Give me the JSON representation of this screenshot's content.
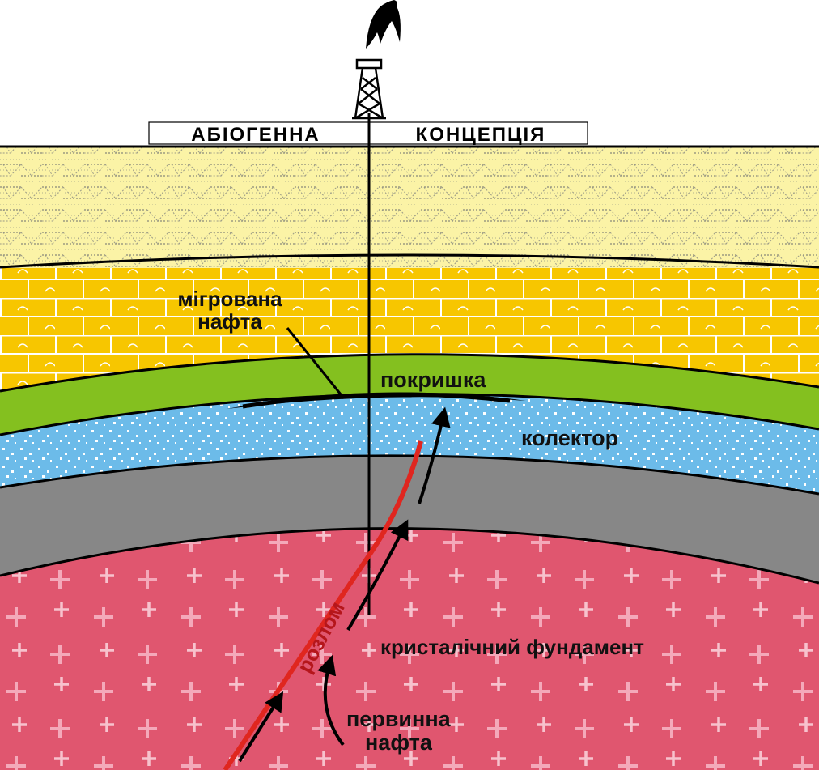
{
  "title": {
    "left": "АБІОГЕННА",
    "right": "КОНЦЕПЦІЯ"
  },
  "labels": {
    "migrated_oil_line1": "мігрована",
    "migrated_oil_line2": "нафта",
    "cap_rock": "покришка",
    "reservoir": "колектор",
    "fault": "розлом",
    "basement": "кристалічний фундамент",
    "primary_oil_line1": "первинна",
    "primary_oil_line2": "нафта"
  },
  "colors": {
    "sandstone_top": "#fbf3a6",
    "limestone": "#f7c600",
    "cap_rock": "#84c01f",
    "reservoir": "#6cbbe9",
    "shale": "#878787",
    "basement": "#e0566f",
    "fault": "#e0261f",
    "oil": "#000000"
  },
  "icons": {
    "derrick": "oil-derrick-icon",
    "gusher": "oil-gusher-icon"
  }
}
